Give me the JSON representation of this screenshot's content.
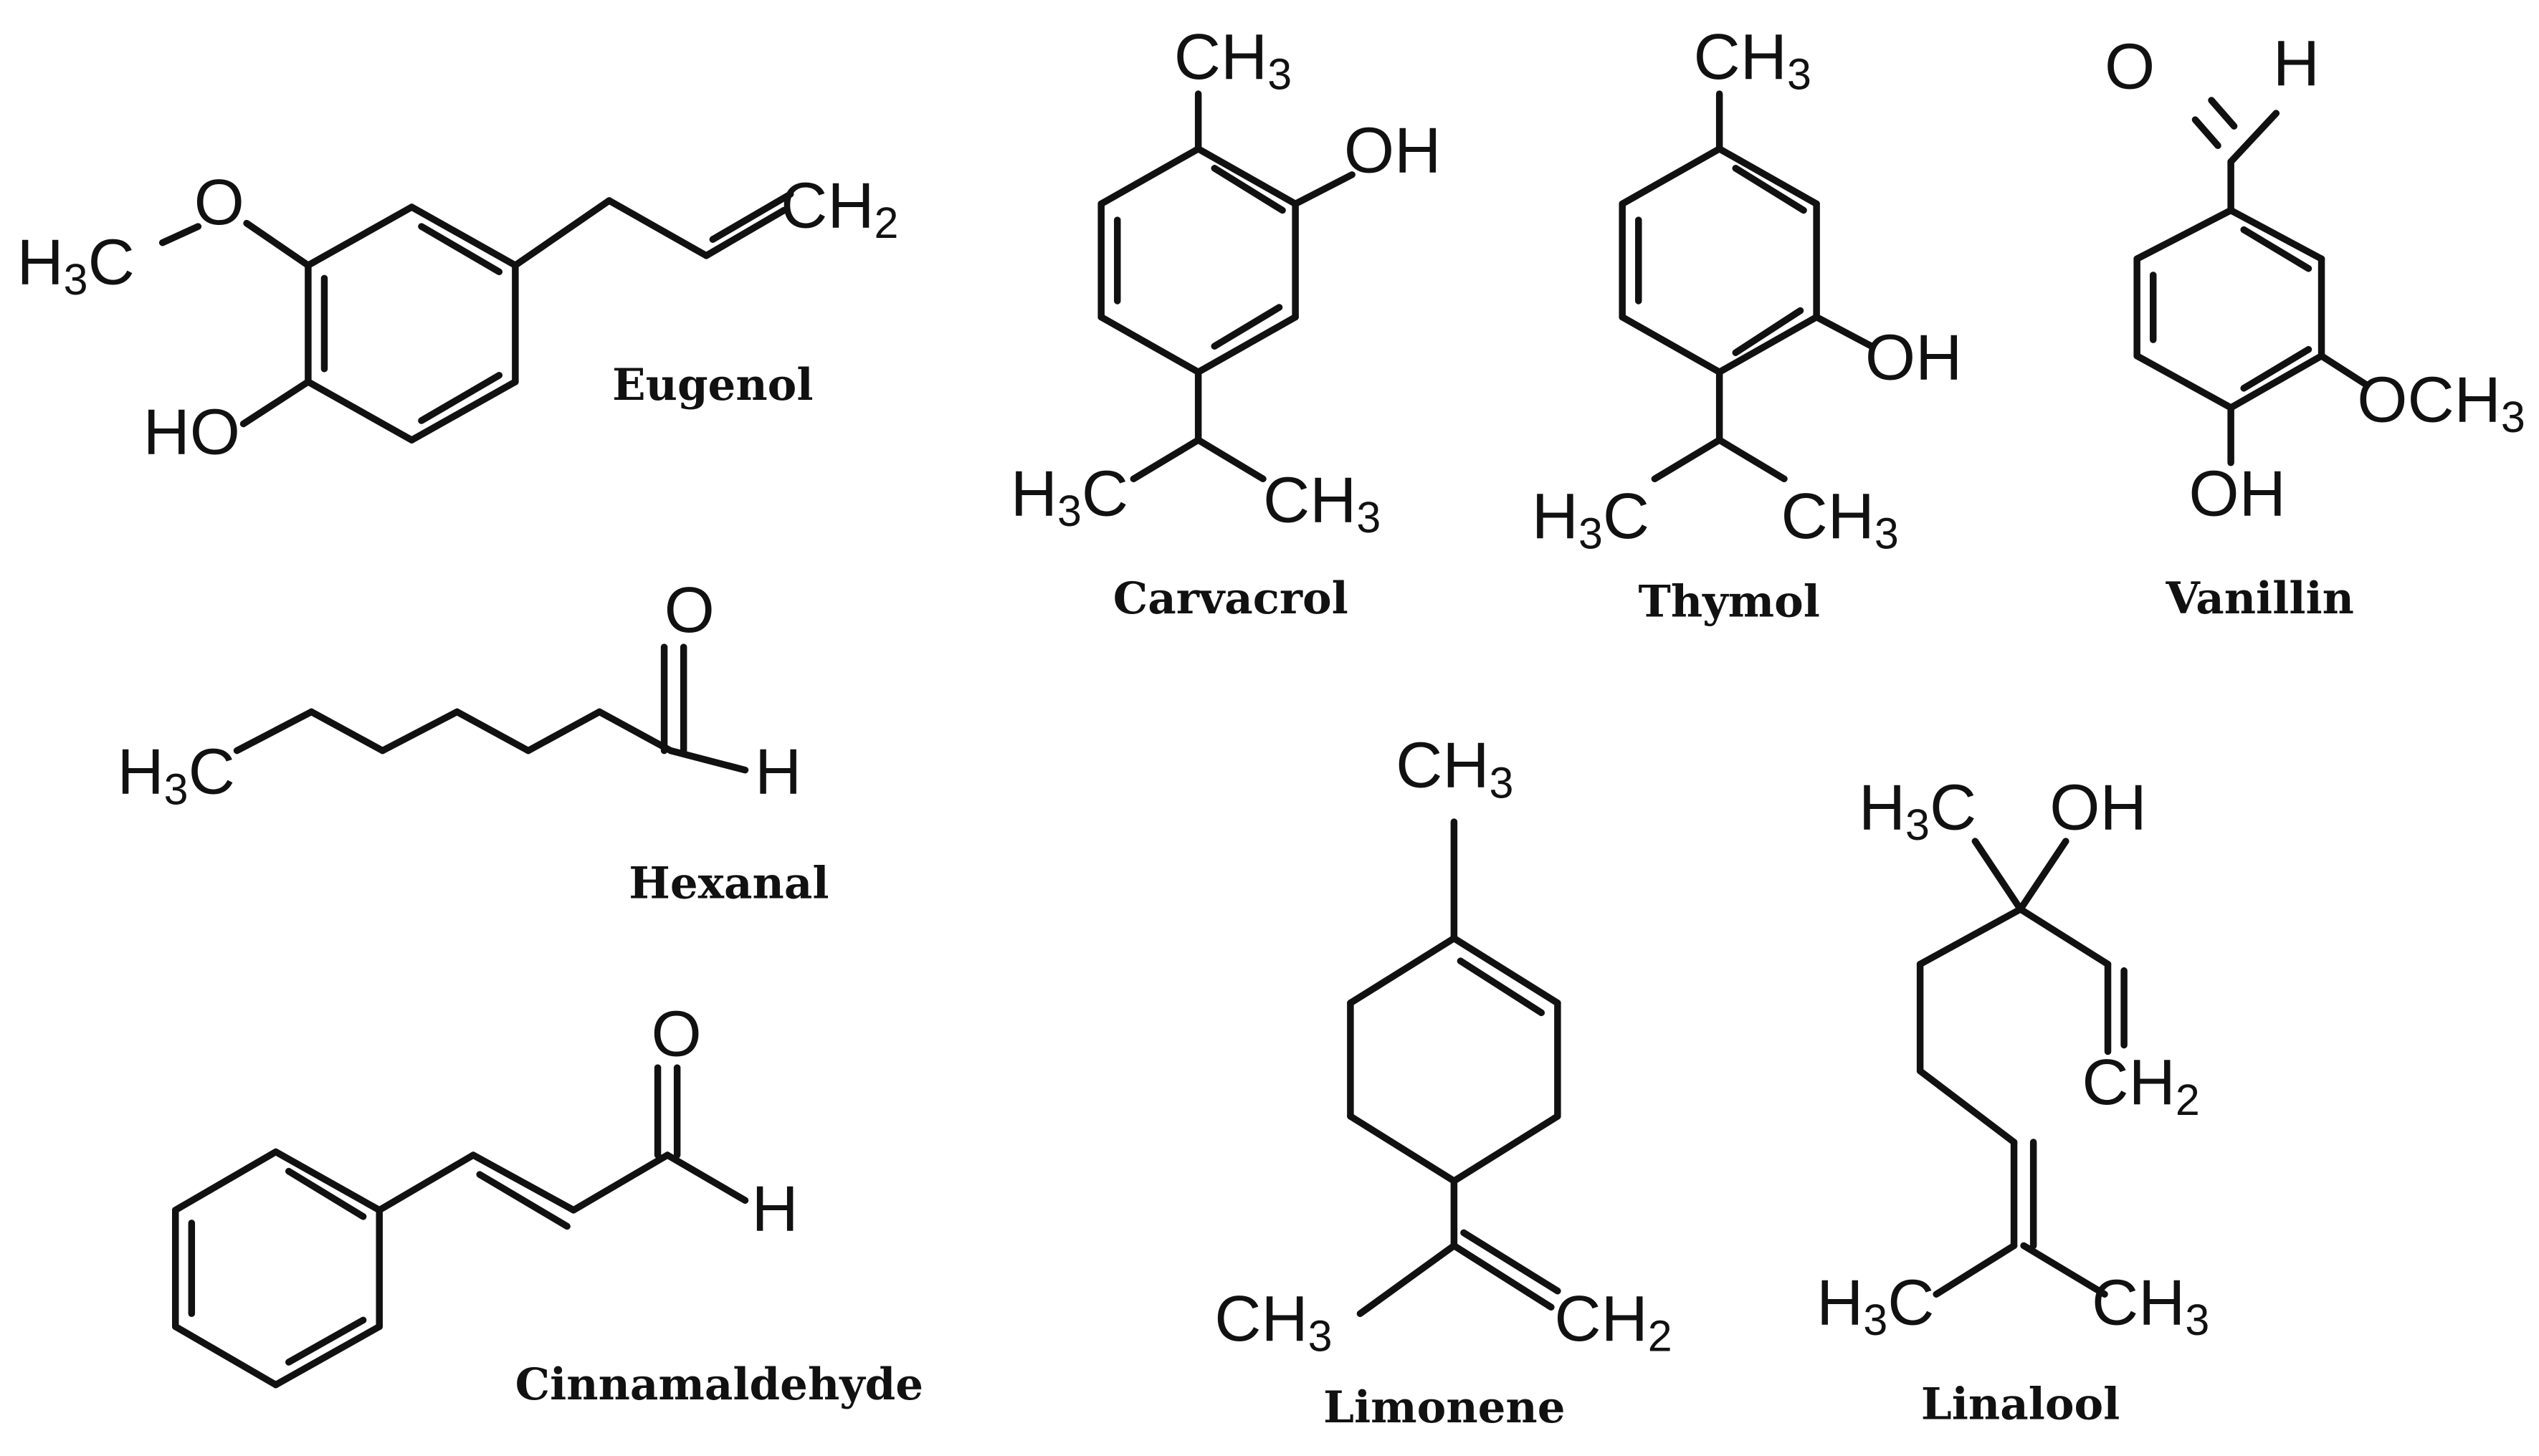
{
  "molecules": [
    {
      "id": "eugenol",
      "name": "Eugenol",
      "labels": [
        {
          "key": "methyl",
          "parts": [
            [
              "H",
              false
            ],
            [
              "3",
              true
            ],
            [
              "C",
              false
            ]
          ]
        },
        {
          "key": "ether_o",
          "parts": [
            [
              "O",
              false
            ]
          ]
        },
        {
          "key": "terminal",
          "parts": [
            [
              "CH",
              false
            ],
            [
              "2",
              true
            ]
          ]
        },
        {
          "key": "hydroxyl",
          "parts": [
            [
              "HO",
              false
            ]
          ]
        }
      ]
    },
    {
      "id": "carvacrol",
      "name": "Carvacrol",
      "labels": [
        {
          "key": "methyl",
          "parts": [
            [
              "CH",
              false
            ],
            [
              "3",
              true
            ]
          ]
        },
        {
          "key": "hydroxyl",
          "parts": [
            [
              "OH",
              false
            ]
          ]
        },
        {
          "key": "iso_left",
          "parts": [
            [
              "H",
              false
            ],
            [
              "3",
              true
            ],
            [
              "C",
              false
            ]
          ]
        },
        {
          "key": "iso_right",
          "parts": [
            [
              "CH",
              false
            ],
            [
              "3",
              true
            ]
          ]
        }
      ]
    },
    {
      "id": "thymol",
      "name": "Thymol",
      "labels": [
        {
          "key": "methyl",
          "parts": [
            [
              "CH",
              false
            ],
            [
              "3",
              true
            ]
          ]
        },
        {
          "key": "hydroxyl",
          "parts": [
            [
              "OH",
              false
            ]
          ]
        },
        {
          "key": "iso_left",
          "parts": [
            [
              "H",
              false
            ],
            [
              "3",
              true
            ],
            [
              "C",
              false
            ]
          ]
        },
        {
          "key": "iso_right",
          "parts": [
            [
              "CH",
              false
            ],
            [
              "3",
              true
            ]
          ]
        }
      ]
    },
    {
      "id": "vanillin",
      "name": "Vanillin",
      "labels": [
        {
          "key": "aldehyde_o",
          "parts": [
            [
              "O",
              false
            ]
          ]
        },
        {
          "key": "aldehyde_h",
          "parts": [
            [
              "H",
              false
            ]
          ]
        },
        {
          "key": "methoxy",
          "parts": [
            [
              "OCH",
              false
            ],
            [
              "3",
              true
            ]
          ]
        },
        {
          "key": "hydroxyl",
          "parts": [
            [
              "OH",
              false
            ]
          ]
        }
      ]
    },
    {
      "id": "hexanal",
      "name": "Hexanal",
      "labels": [
        {
          "key": "methyl",
          "parts": [
            [
              "H",
              false
            ],
            [
              "3",
              true
            ],
            [
              "C",
              false
            ]
          ]
        },
        {
          "key": "aldehyde_o",
          "parts": [
            [
              "O",
              false
            ]
          ]
        },
        {
          "key": "aldehyde_h",
          "parts": [
            [
              "H",
              false
            ]
          ]
        }
      ]
    },
    {
      "id": "cinnamaldehyde",
      "name": "Cinnamaldehyde",
      "labels": [
        {
          "key": "aldehyde_o",
          "parts": [
            [
              "O",
              false
            ]
          ]
        },
        {
          "key": "aldehyde_h",
          "parts": [
            [
              "H",
              false
            ]
          ]
        }
      ]
    },
    {
      "id": "limonene",
      "name": "Limonene",
      "labels": [
        {
          "key": "methyl_top",
          "parts": [
            [
              "CH",
              false
            ],
            [
              "3",
              true
            ]
          ]
        },
        {
          "key": "methyl_bottom",
          "parts": [
            [
              "CH",
              false
            ],
            [
              "3",
              true
            ]
          ]
        },
        {
          "key": "methylene",
          "parts": [
            [
              "CH",
              false
            ],
            [
              "2",
              true
            ]
          ]
        }
      ]
    },
    {
      "id": "linalool",
      "name": "Linalool",
      "labels": [
        {
          "key": "methyl_top",
          "parts": [
            [
              "H",
              false
            ],
            [
              "3",
              true
            ],
            [
              "C",
              false
            ]
          ]
        },
        {
          "key": "hydroxyl",
          "parts": [
            [
              "OH",
              false
            ]
          ]
        },
        {
          "key": "vinyl_end",
          "parts": [
            [
              "CH",
              false
            ],
            [
              "2",
              true
            ]
          ]
        },
        {
          "key": "methyl_left",
          "parts": [
            [
              "H",
              false
            ],
            [
              "3",
              true
            ],
            [
              "C",
              false
            ]
          ]
        },
        {
          "key": "methyl_right",
          "parts": [
            [
              "CH",
              false
            ],
            [
              "3",
              true
            ]
          ]
        }
      ]
    }
  ]
}
